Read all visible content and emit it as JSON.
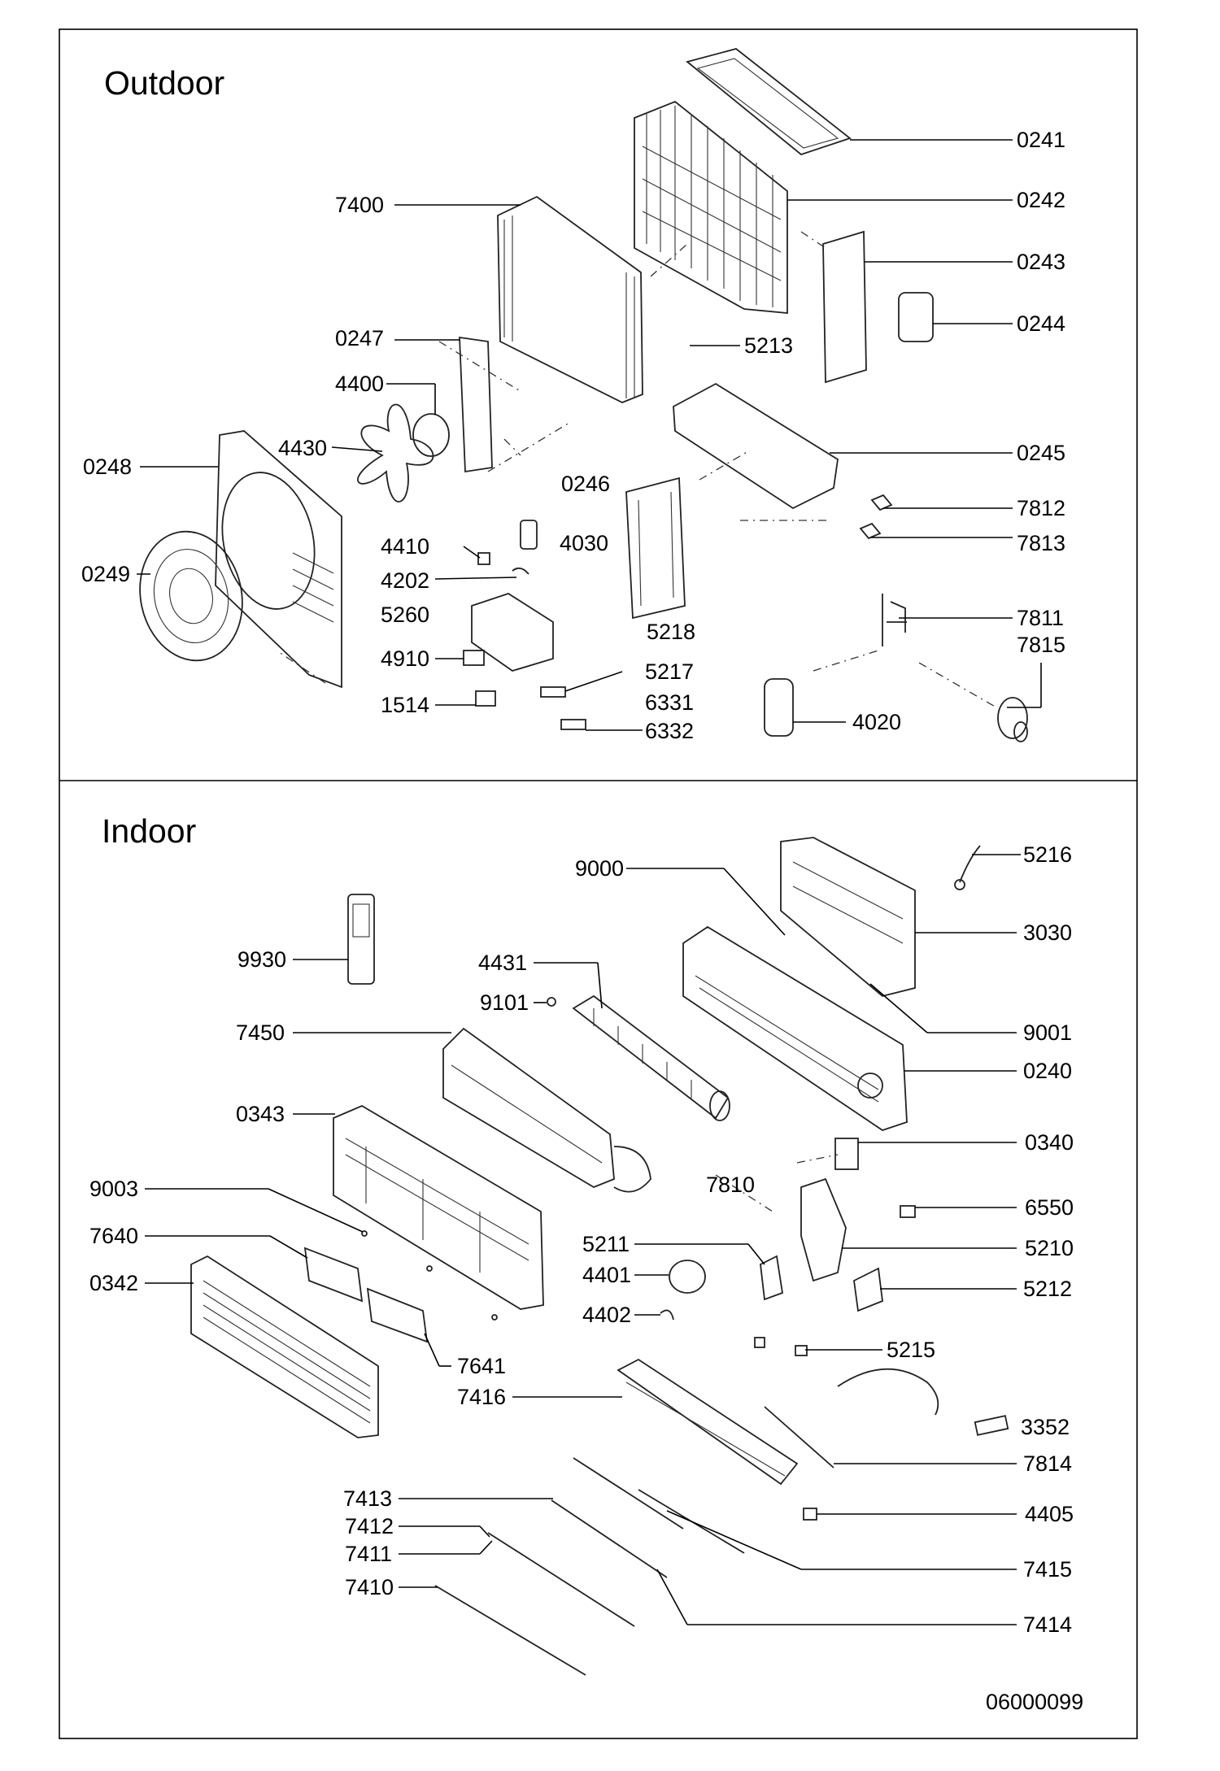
{
  "outdoor": {
    "title": "Outdoor",
    "labels": [
      "0241",
      "0242",
      "0243",
      "0244",
      "7400",
      "0247",
      "5213",
      "4400",
      "4430",
      "0248",
      "0245",
      "0246",
      "7812",
      "4030",
      "7813",
      "4410",
      "0249",
      "4202",
      "5260",
      "7811",
      "7815",
      "5218",
      "4910",
      "5217",
      "6331",
      "1514",
      "6332",
      "4020"
    ]
  },
  "indoor": {
    "title": "Indoor",
    "labels": [
      "5216",
      "9000",
      "3030",
      "9930",
      "4431",
      "9101",
      "9001",
      "7450",
      "0240",
      "0343",
      "0340",
      "7810",
      "9003",
      "6550",
      "5211",
      "5210",
      "7640",
      "4401",
      "0342",
      "5212",
      "4402",
      "5215",
      "7641",
      "7416",
      "3352",
      "7814",
      "7413",
      "4405",
      "7412",
      "7411",
      "7415",
      "7410",
      "7414"
    ]
  },
  "drawing_number": "06000099"
}
